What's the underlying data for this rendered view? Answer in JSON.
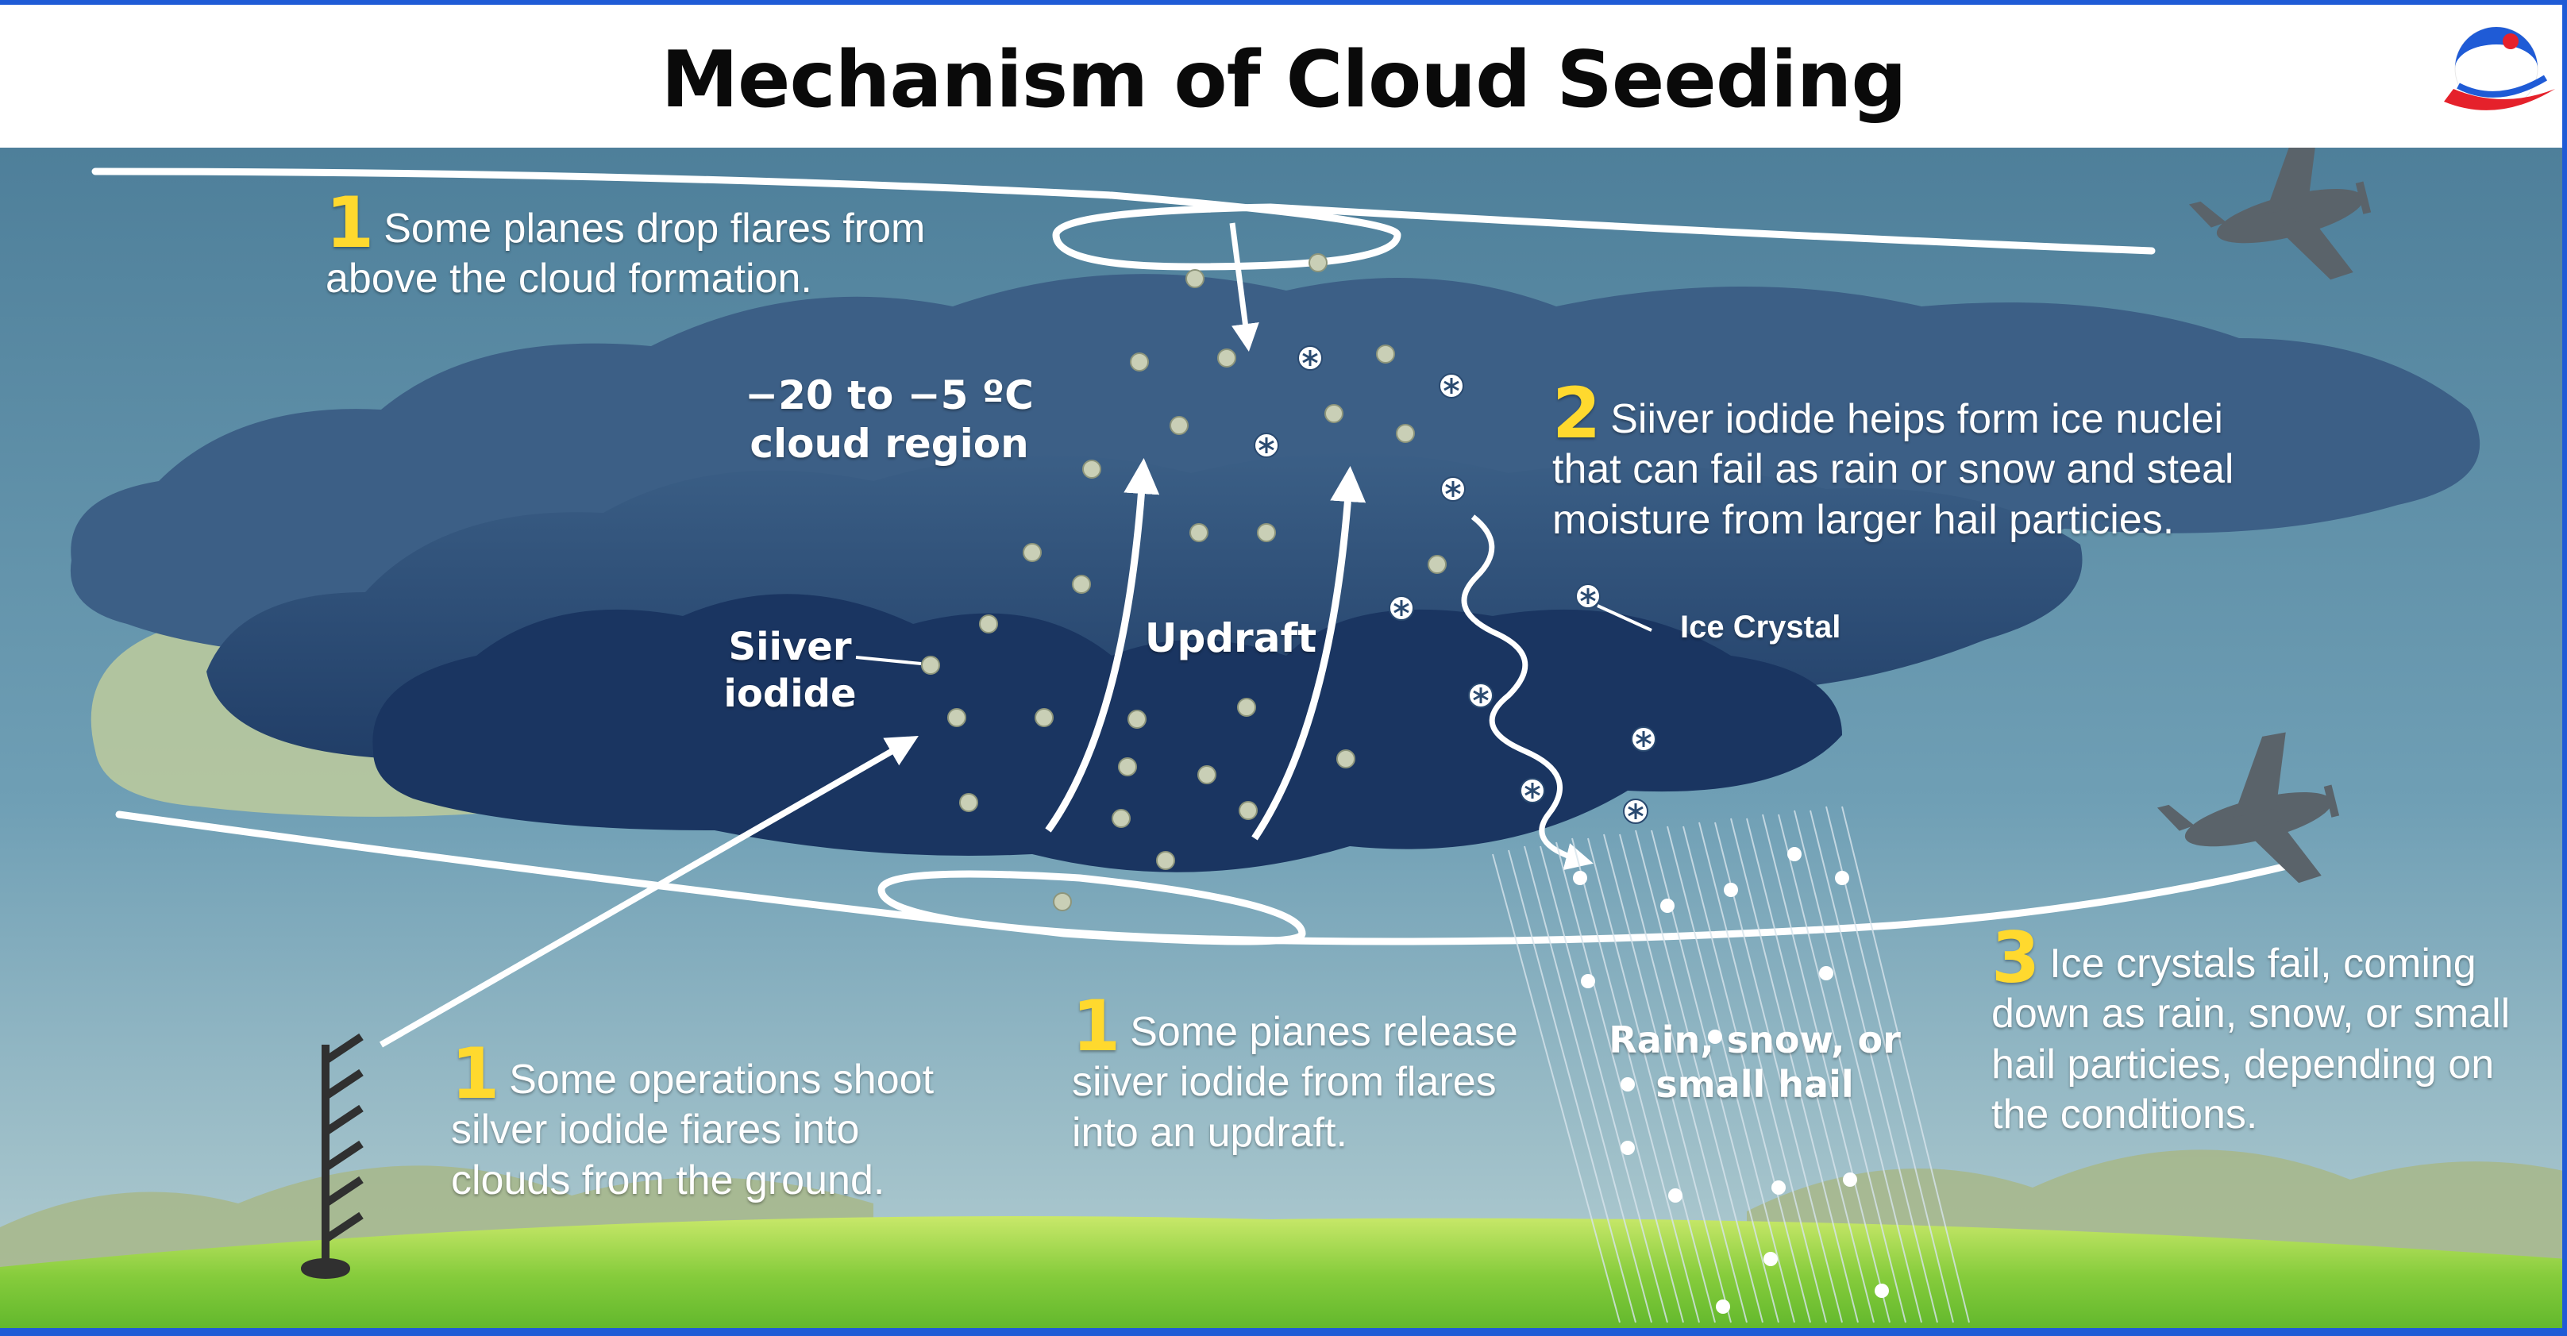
{
  "title": "Mechanism of Cloud Seeding",
  "labels": {
    "step1_top": {
      "num": "1",
      "text": "Some planes drop flares from above the cloud formation."
    },
    "step2": {
      "num": "2",
      "text": "Siiver iodide heips form ice nuclei that can fail as rain or snow and steal moisture from larger hail particies."
    },
    "step1_ground": {
      "num": "1",
      "text": "Some operations shoot silver iodide fiares into clouds from the ground."
    },
    "step1_updraft": {
      "num": "1",
      "text": "Some pianes release siiver iodide from flares into an updraft."
    },
    "step3": {
      "num": "3",
      "text": "Ice crystals fail, coming down as rain, snow, or small hail particies, depending on the conditions."
    },
    "temp_region": {
      "line1": "−20 to −5 ºC",
      "line2": "cloud region"
    },
    "silver_iodide": {
      "line1": "Siiver",
      "line2": "iodide"
    },
    "updraft": "Updraft",
    "ice_crystal": "Ice Crystal",
    "precip": {
      "line1": "Rain, snow, or",
      "line2": "small hail"
    }
  },
  "colors": {
    "sky_top": "#3f6f8c",
    "sky_bottom": "#a9c7d0",
    "cloud_dark": "#1f3d66",
    "cloud_mid": "#35557c",
    "grass": "#7fc93a",
    "accent_number": "#ffd92e",
    "frame_blue": "#1f5bd6",
    "logo_red": "#e5212b"
  },
  "icons": [
    "airplane-icon",
    "flare-launcher-icon",
    "ice-crystal-icon",
    "logo-icon"
  ]
}
